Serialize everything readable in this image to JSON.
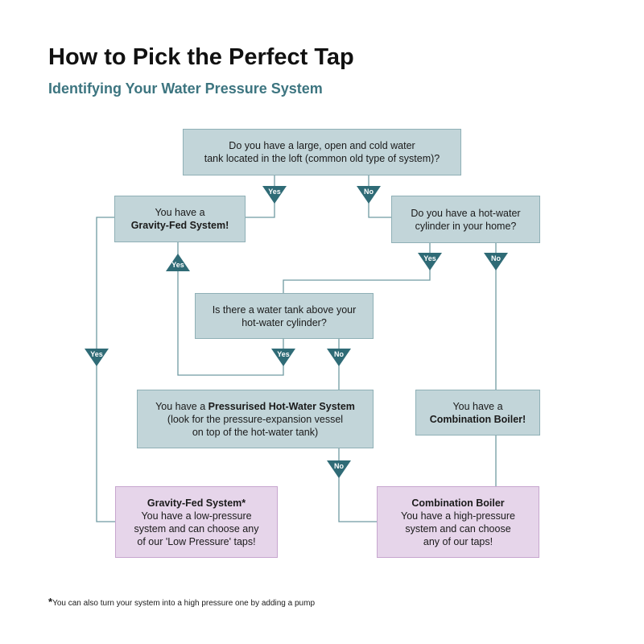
{
  "title": "How to Pick the Perfect Tap",
  "subtitle": "Identifying Your Water Pressure System",
  "colors": {
    "question_box": "#c2d5d9",
    "result_box": "#e6d5ea",
    "marker": "#2f6b76",
    "line": "#6f9aa2",
    "subtitle": "#3d7580"
  },
  "nodes": {
    "q1": {
      "line1": "Do you have a large, open and cold water",
      "line2": "tank located in the loft (common old type of system)?"
    },
    "gravity_fed": {
      "line1": "You have a",
      "line2": "Gravity-Fed System!"
    },
    "q2": {
      "line1": "Do you have a hot-water",
      "line2": "cylinder in your home?"
    },
    "q3": {
      "line1": "Is there a water tank above your",
      "line2": "hot-water cylinder?"
    },
    "pressurised": {
      "prefix": "You have a ",
      "bold": "Pressurised Hot-Water System",
      "line2": "(look for the pressure-expansion vessel",
      "line3": "on top of the hot-water tank)"
    },
    "combi": {
      "line1": "You have a",
      "line2": "Combination Boiler!"
    },
    "result_gravity": {
      "heading": "Gravity-Fed System*",
      "line1": "You have a low-pressure",
      "line2": "system and can choose any",
      "line3": "of our 'Low Pressure' taps!"
    },
    "result_combi": {
      "heading": "Combination Boiler",
      "line1": "You have a high-pressure",
      "line2": "system and can choose",
      "line3": "any of our taps!"
    }
  },
  "markers": {
    "yes": "Yes",
    "no": "No"
  },
  "footnote": {
    "star": "*",
    "text": "You can also turn your system into a high pressure one by adding a pump"
  }
}
